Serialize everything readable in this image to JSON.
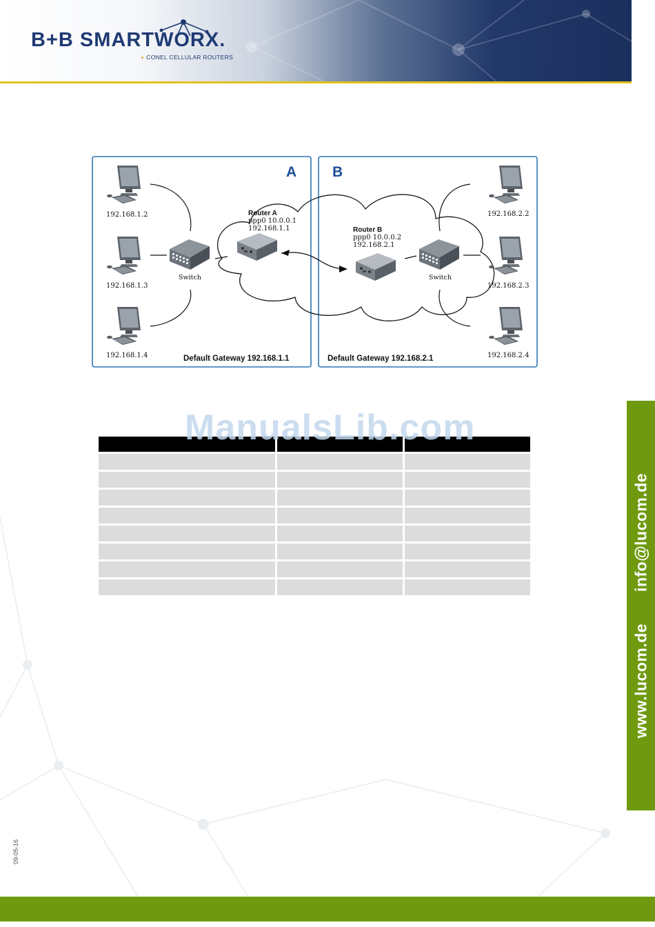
{
  "header": {
    "brand": "B+B SMARTWORX.",
    "tagline_plus": "+",
    "tagline": "CONEL CELLULAR ROUTERS"
  },
  "diagram": {
    "panel_a": {
      "label": "A",
      "default_gateway": "Default Gateway 192.168.1.1",
      "hosts": [
        "192.168.1.2",
        "192.168.1.3",
        "192.168.1.4"
      ],
      "switch": "Switch",
      "router": {
        "name": "Router A",
        "ppp": "ppp0 10.0.0.1",
        "ip": "192.168.1.1"
      }
    },
    "panel_b": {
      "label": "B",
      "default_gateway": "Default Gateway 192.168.2.1",
      "hosts": [
        "192.168.2.2",
        "192.168.2.3",
        "192.168.2.4"
      ],
      "switch": "Switch",
      "router": {
        "name": "Router B",
        "ppp": "ppp0 10.0.0.2",
        "ip": "192.168.2.1"
      }
    },
    "colors": {
      "panel_border": "#2e74b5",
      "panel_label": "#1f4e96"
    }
  },
  "watermark": "ManualsLib.com",
  "table": {
    "columns": 3,
    "body_rows": 8
  },
  "side_tab": {
    "web": "www.lucom.de",
    "email": "info@lucom.de"
  },
  "footer": {
    "date_code": "09-05-16"
  },
  "colors": {
    "green": "#6f9a10",
    "navy": "#1f3a73",
    "gold": "#e2c21b"
  }
}
